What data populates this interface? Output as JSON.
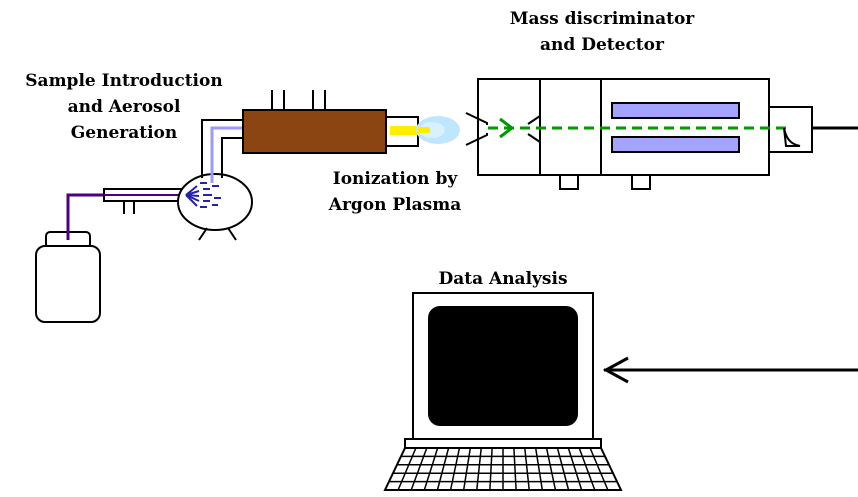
{
  "labels": {
    "sample_intro": [
      "Sample Introduction",
      "and Aerosol",
      "Generation"
    ],
    "mass_disc": [
      "Mass discriminator",
      "and Detector"
    ],
    "ionization": [
      "Ionization by",
      "Argon Plasma"
    ],
    "data_analysis": "Data Analysis"
  },
  "colors": {
    "torch": "#8B4513",
    "tube": "#4B0082",
    "flow": "#9A9AFF",
    "ion_beam": "#009900",
    "plasma_core": "#FFEE00",
    "plasma_glow": "#BFE6FF",
    "lens": "#A4A4FF",
    "screen": "#000000",
    "spray": "#2222AA"
  },
  "icons": [
    "sample-bottle-icon",
    "nebulizer-icon",
    "spray-chamber-icon",
    "plasma-torch-icon",
    "argon-plasma-icon",
    "mass-spectrometer-icon",
    "quadrupole-rods-icon",
    "detector-icon",
    "computer-icon",
    "keyboard-icon",
    "signal-arrow-icon"
  ]
}
